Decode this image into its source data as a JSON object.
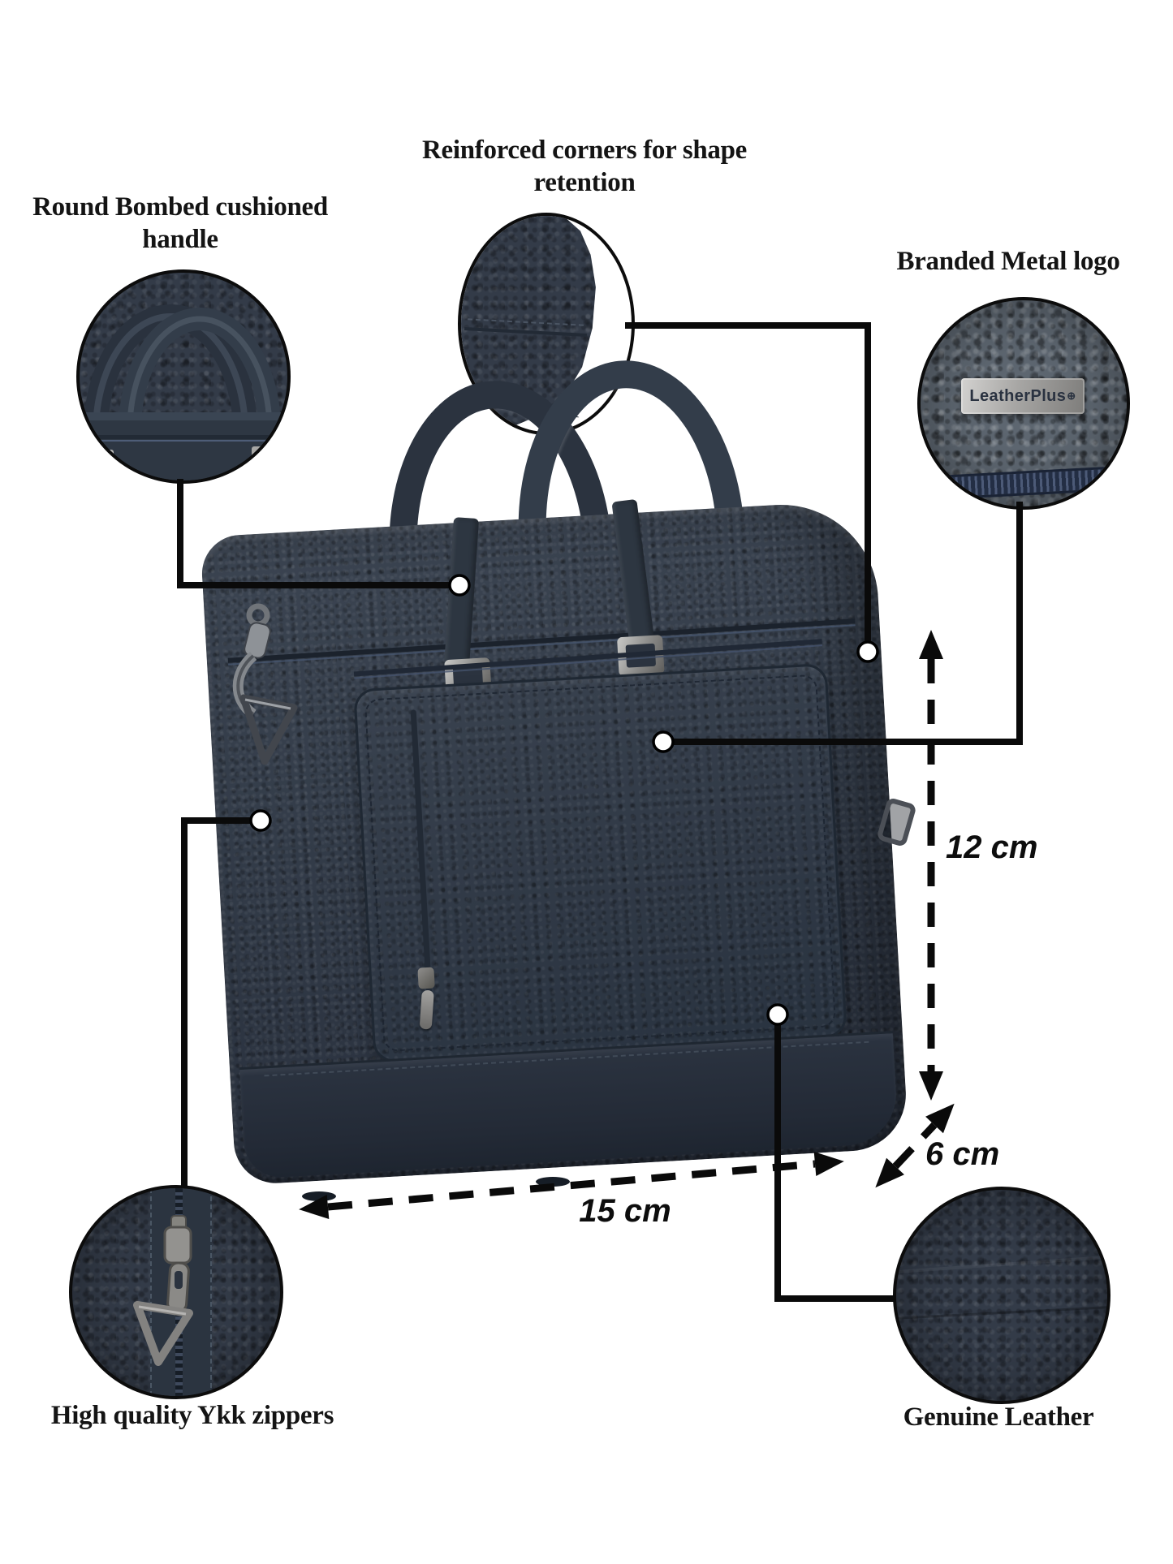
{
  "brand": {
    "name": "LeatherPlus",
    "plus_icon": "⊕"
  },
  "callouts": {
    "handle": {
      "label": "Round Bombed cushioned handle"
    },
    "corners": {
      "label": "Reinforced corners for shape retention"
    },
    "logo": {
      "label": "Branded Metal logo"
    },
    "zippers": {
      "label": "High quality Ykk zippers"
    },
    "leather": {
      "label": "Genuine Leather"
    }
  },
  "dimensions": {
    "height": "12 cm",
    "length": "15 cm",
    "depth": "6 cm"
  },
  "colors": {
    "leather_navy": "#333b48",
    "leather_light_gray": "#5d6670",
    "metal_silver": "#b7b6b4",
    "annotation_black": "#0a0a0a",
    "background": "#ffffff"
  }
}
